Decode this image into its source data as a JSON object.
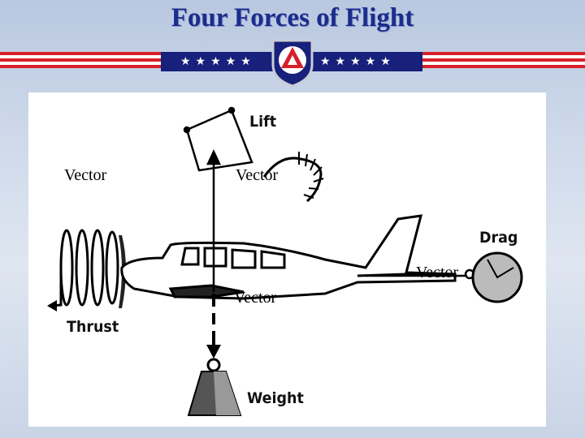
{
  "title": "Four Forces of Flight",
  "forces": {
    "lift": "Lift",
    "drag": "Drag",
    "thrust": "Thrust",
    "weight": "Weight"
  },
  "vector_labels": [
    "Vector",
    "Vector",
    "Vector",
    "Vector"
  ],
  "colors": {
    "title": "#1a2d8c",
    "stripe_red": "#d8202a",
    "star_band": "#17207a"
  }
}
